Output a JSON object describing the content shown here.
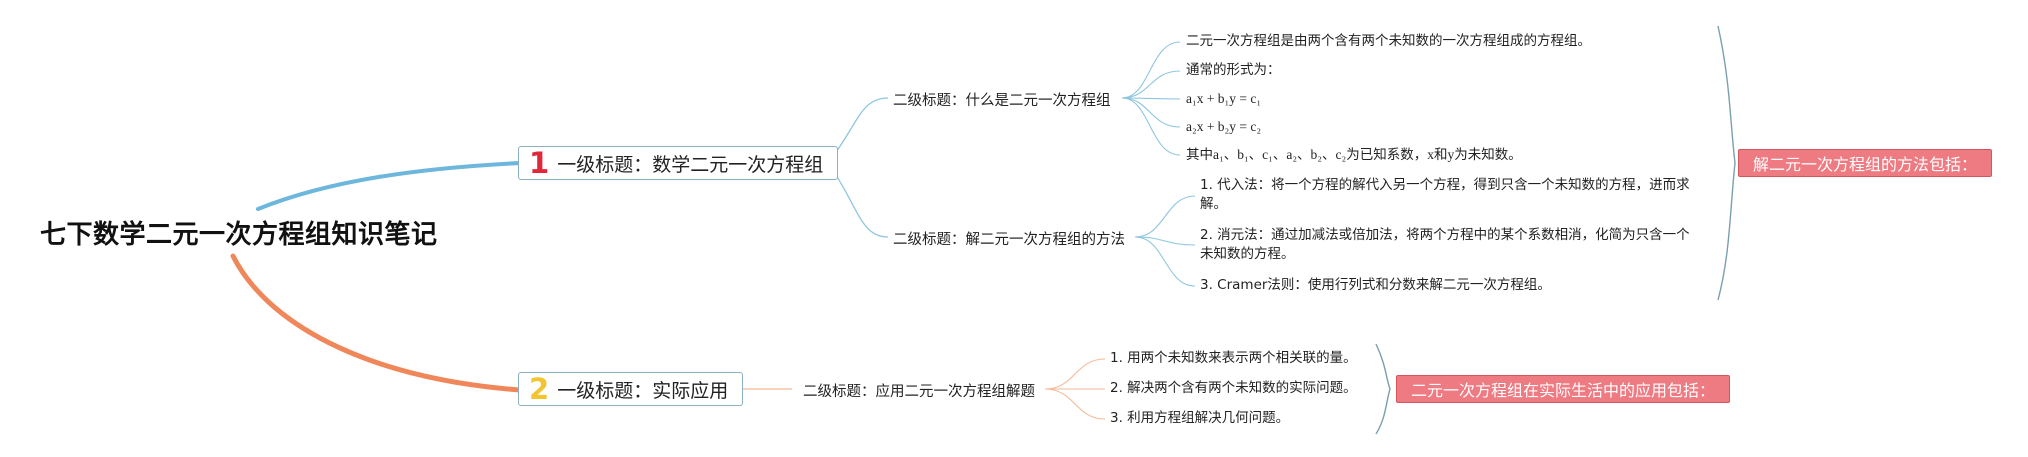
{
  "root": {
    "title": "七下数学二元一次方程组知识笔记"
  },
  "branches": [
    {
      "number": "1",
      "title": "一级标题：数学二元一次方程组",
      "color": "#6db6dc",
      "number_color": "#e0283a",
      "subtopics": [
        {
          "title": "二级标题：什么是二元一次方程组",
          "items": [
            "二元一次方程组是由两个含有两个未知数的一次方程组成的方程组。",
            "通常的形式为：",
            "a₁x + b₁y = c₁",
            "a₂x + b₂y = c₂",
            "其中a₁、b₁、c₁、a₂、b₂、c₂为已知系数，x和y为未知数。"
          ]
        },
        {
          "title": "二级标题：解二元一次方程组的方法",
          "items": [
            "1. 代入法：将一个方程的解代入另一个方程，得到只含一个未知数的方程，进而求解。",
            "2. 消元法：通过加减法或倍加法，将两个方程中的某个系数相消，化简为只含一个未知数的方程。",
            "3. Cramer法则：使用行列式和分数来解二元一次方程组。"
          ]
        }
      ],
      "summary": "解二元一次方程组的方法包括："
    },
    {
      "number": "2",
      "title": "一级标题：实际应用",
      "color": "#f0875a",
      "number_color": "#f2c430",
      "subtopics": [
        {
          "title": "二级标题：应用二元一次方程组解题",
          "items": [
            "1. 用两个未知数来表示两个相关联的量。",
            "2. 解决两个含有两个未知数的实际问题。",
            "3. 利用方程组解决几何问题。"
          ]
        }
      ],
      "summary": "二元一次方程组在实际生活中的应用包括："
    }
  ]
}
